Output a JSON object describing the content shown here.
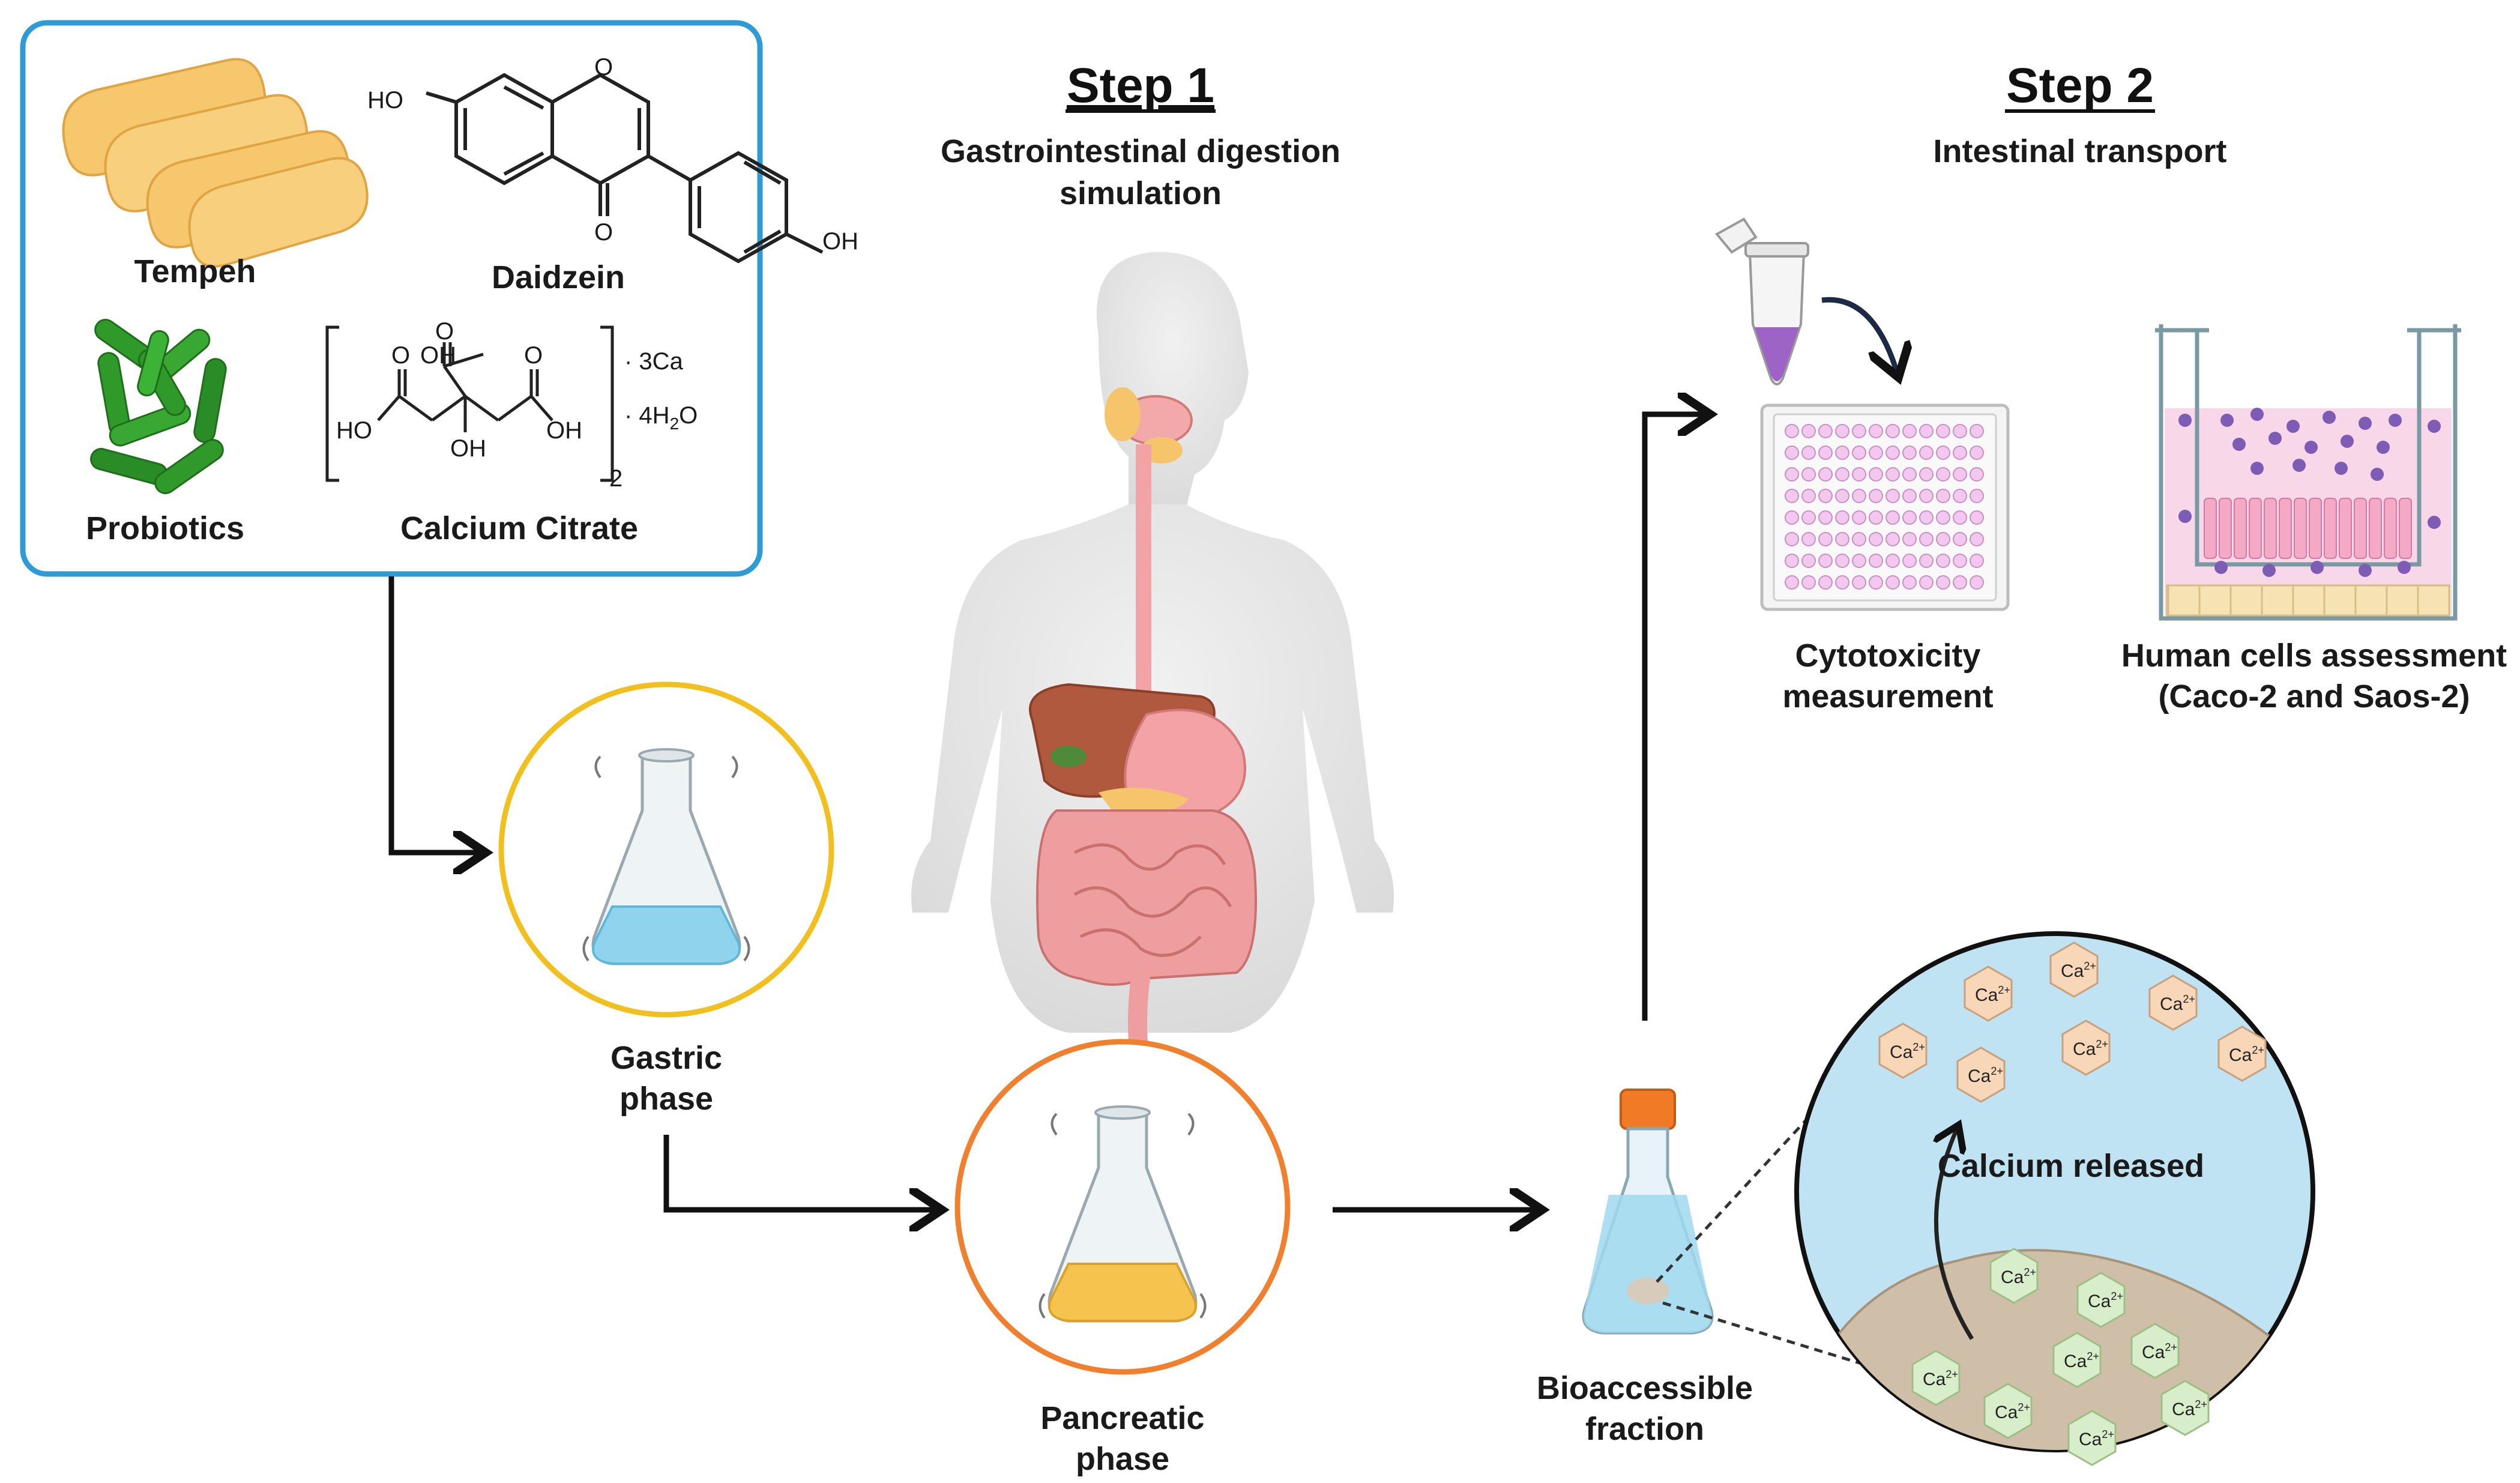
{
  "input_box": {
    "items": {
      "tempeh": "Tempeh",
      "daidzein": "Daidzein",
      "probiotics": "Probiotics",
      "calcium_citrate": "Calcium Citrate"
    },
    "daidzein_groups": {
      "ho": "HO",
      "o_ring": "O",
      "o_keto": "O",
      "oh": "OH"
    },
    "citrate_groups": {
      "o1": "O",
      "oh1": "OH",
      "o2": "O",
      "o3": "O",
      "ho": "HO",
      "oh2": "OH",
      "oh3": "OH",
      "ca": "· 3Ca",
      "water_prefix": "· 4H",
      "water_sub": "2",
      "water_suffix": "O",
      "bracket_sub": "2"
    }
  },
  "step1": {
    "title": "Step 1",
    "subtitle_line1": "Gastrointestinal digestion",
    "subtitle_line2": "simulation"
  },
  "step2": {
    "title": "Step 2",
    "subtitle": "Intestinal transport"
  },
  "phases": {
    "gastric_line1": "Gastric",
    "gastric_line2": "phase",
    "pancreatic_line1": "Pancreatic",
    "pancreatic_line2": "phase",
    "bioaccessible_line1": "Bioaccessible",
    "bioaccessible_line2": "fraction"
  },
  "assays": {
    "cytotoxicity_line1": "Cytotoxicity",
    "cytotoxicity_line2": "measurement",
    "cells_line1": "Human cells assessment",
    "cells_line2": "(Caco-2 and Saos-2)"
  },
  "calcium": {
    "released_label": "Calcium released",
    "ion": "Ca",
    "charge": "2+"
  },
  "colors": {
    "box_border": "#2e9bd6",
    "gastric_ring": "#f2c01e",
    "pancreatic_ring": "#f07f2e",
    "gastric_liquid": "#8fd3ec",
    "pancreatic_liquid": "#f6c34e",
    "zoom_circle": "#bfe3f2",
    "ion_fill": "#f8d7b8",
    "ion_bound_fill": "#d8edc9",
    "probiotic_green": "#2f9a2a",
    "tempeh": "#f6c76c",
    "plate_well": "#f3c8ef",
    "transwell_medium": "#f7d7e8",
    "cell_dot": "#7e5bb5",
    "vial_cap": "#f07a26",
    "eppendorf_liquid": "#9d63c6"
  },
  "icons": [
    "tempeh-icon",
    "daidzein-structure",
    "probiotics-icon",
    "calcium-citrate-structure",
    "human-gi-tract-icon",
    "flask-icon",
    "vial-icon",
    "eppendorf-tube-icon",
    "well-plate-icon",
    "transwell-icon",
    "calcium-ion-icon"
  ]
}
